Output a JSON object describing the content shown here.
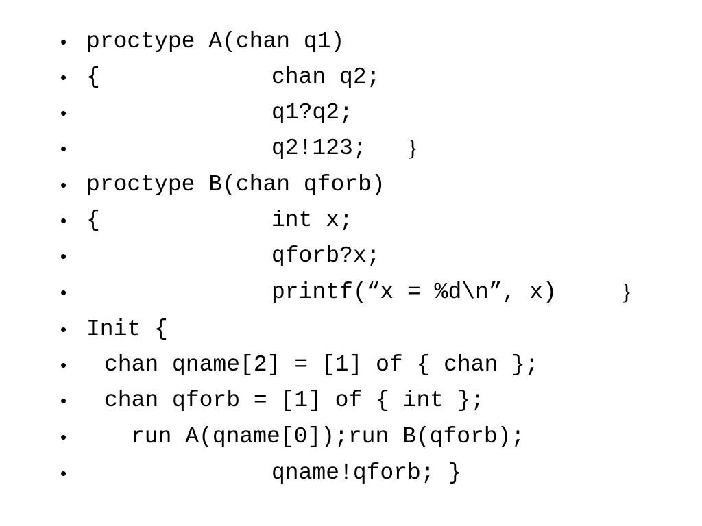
{
  "slide": {
    "bullet_char": "•",
    "lines": [
      {
        "text": "proctype A(chan q1)"
      },
      {
        "text": "{"
      },
      {
        "text": "chan q2;"
      },
      {
        "text": "q1?q2;"
      },
      {
        "text": "q2!123;"
      },
      {
        "text": "}"
      },
      {
        "text": "proctype B(chan qforb)"
      },
      {
        "text": "{"
      },
      {
        "text": "int x;"
      },
      {
        "text": "qforb?x;"
      },
      {
        "text": "printf(“x = %d\\n”, x)"
      },
      {
        "text": "}"
      },
      {
        "text": "Init {"
      },
      {
        "text": "chan qname[2] = [1] of { chan };"
      },
      {
        "text": "chan qforb = [1] of { int };"
      },
      {
        "text": "run A(qname[0]);run B(qforb);"
      },
      {
        "text": "qname!qforb; }"
      }
    ]
  }
}
